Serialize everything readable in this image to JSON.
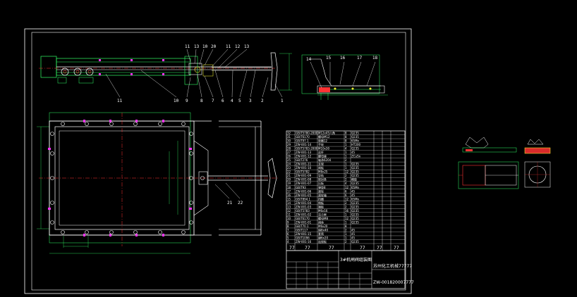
{
  "drawing": {
    "project_name": "3#机闸阀组装图",
    "drawing_number": "ZW-001820007777",
    "company_text": "苏州化工机械77777",
    "footer_codes": [
      "77",
      "77",
      "77",
      "77",
      "77",
      "77"
    ]
  },
  "balloons_top": [
    "11",
    "13",
    "10",
    "20",
    "11",
    "12",
    "13"
  ],
  "balloons_bottom": [
    "11",
    "10",
    "9",
    "8",
    "7",
    "6",
    "4",
    "5",
    "3",
    "2",
    "1"
  ],
  "balloons_side": [
    "14",
    "15",
    "16",
    "17",
    "18"
  ],
  "balloons_plan": [
    "21",
    "22"
  ],
  "parts_list": {
    "rows": [
      [
        "32",
        "GB/T5780-2000",
        "M12x45六角",
        "8",
        "Q235",
        ""
      ],
      [
        "31",
        "GB/T6170",
        "螺母M12",
        "8",
        "Q235",
        ""
      ],
      [
        "30",
        "GB/T97.1",
        "垫圈12",
        "8",
        "65Mn",
        ""
      ],
      [
        "29",
        "ZW-001-14",
        "手轮",
        "1",
        "HT200",
        ""
      ],
      [
        "28",
        "GB/T5783-2000",
        "M10x30",
        "4",
        "Q235",
        ""
      ],
      [
        "27",
        "ZW-001-13",
        "丝杆",
        "1",
        "45",
        ""
      ],
      [
        "26",
        "ZW-001-12",
        "螺母座",
        "1",
        "ZCuSn",
        ""
      ],
      [
        "25",
        "GB/T276",
        "轴承6204",
        "2",
        "",
        ""
      ],
      [
        "24",
        "ZW-001-11",
        "支架",
        "1",
        "Q235",
        ""
      ],
      [
        "23",
        "ZW-001-10",
        "闸板",
        "1",
        "Q235",
        ""
      ],
      [
        "22",
        "GB/T5782",
        "M8x25",
        "12",
        "Q235",
        ""
      ],
      [
        "21",
        "ZW-001-09",
        "导轨",
        "2",
        "Q235",
        ""
      ],
      [
        "20",
        "ZW-001-08",
        "密封条",
        "2",
        "橡胶",
        ""
      ],
      [
        "19",
        "ZW-001-07",
        "压板",
        "4",
        "Q235",
        ""
      ],
      [
        "18",
        "GB/T93",
        "弹垫8",
        "12",
        "65Mn",
        ""
      ],
      [
        "17",
        "ZW-001-06",
        "滚轮",
        "6",
        "45",
        ""
      ],
      [
        "16",
        "ZW-001-05",
        "滚轮轴",
        "6",
        "45",
        ""
      ],
      [
        "15",
        "GB/T894.1",
        "挡圈",
        "12",
        "65Mn",
        ""
      ],
      [
        "14",
        "ZW-001-04",
        "侧板",
        "2",
        "Q235",
        ""
      ],
      [
        "13",
        "ZW-001-03",
        "端板",
        "2",
        "Q235",
        ""
      ],
      [
        "12",
        "GB/T5783",
        "M6x16",
        "16",
        "Q235",
        ""
      ],
      [
        "11",
        "ZW-001-02",
        "法兰框",
        "1",
        "Q235",
        ""
      ],
      [
        "10",
        "GB/T6170",
        "螺母M8",
        "12",
        "Q235",
        ""
      ],
      [
        "9",
        "ZW-001-01",
        "阀体",
        "1",
        "Q235",
        ""
      ],
      [
        "8",
        "GB/T70.1",
        "M6x20",
        "8",
        "",
        ""
      ],
      [
        "7",
        "GB/T117",
        "销8x40",
        "2",
        "45",
        ""
      ],
      [
        "6",
        "ZW-001-15",
        "套筒",
        "1",
        "45",
        ""
      ],
      [
        "5",
        "GB/T1096",
        "键6x20",
        "1",
        "45",
        ""
      ],
      [
        "4",
        "ZW-001-16",
        "连接板",
        "2",
        "Q235",
        ""
      ]
    ]
  }
}
